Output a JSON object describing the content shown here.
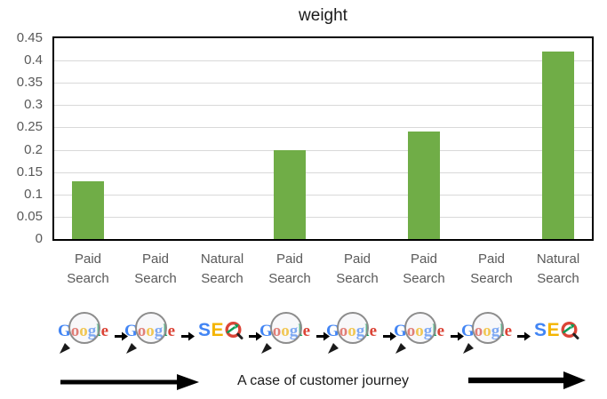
{
  "window": {
    "background": "#FFFFFF"
  },
  "chart_data": {
    "type": "bar",
    "title": "weight",
    "categories": [
      "Paid Search",
      "Paid Search",
      "Natural Search",
      "Paid Search",
      "Paid Search",
      "Paid Search",
      "Paid Search",
      "Natural Search"
    ],
    "values": [
      0.13,
      0,
      0,
      0.2,
      0,
      0.24,
      0,
      0.42
    ],
    "xlabel": "",
    "ylabel": "",
    "ylim": [
      0,
      0.45
    ],
    "ytick_step": 0.05,
    "ytick_labels": [
      "0",
      "0.05",
      "0.1",
      "0.15",
      "0.2",
      "0.25",
      "0.3",
      "0.35",
      "0.4",
      "0.45"
    ],
    "grid": true,
    "legend": "none",
    "bar_color": "#70AD47",
    "gridline_color": "#D9D9D9",
    "tick_label_color": "#595959",
    "plot_border_color": "#000000",
    "title_color": "#1A1A1A"
  },
  "journey": {
    "icons": [
      "google-logo",
      "google-logo",
      "seo-logo",
      "google-logo",
      "google-logo",
      "google-logo",
      "google-logo",
      "seo-logo"
    ],
    "google_letters": [
      {
        "ch": "G",
        "color": "#4285F4"
      },
      {
        "ch": "o",
        "color": "#DB4437"
      },
      {
        "ch": "o",
        "color": "#F4B400"
      },
      {
        "ch": "g",
        "color": "#4285F4"
      },
      {
        "ch": "l",
        "color": "#0F9D58"
      },
      {
        "ch": "e",
        "color": "#DB4437"
      }
    ],
    "glass_border_color": "#8C8C8C",
    "glass_handle_color": "#1A1A1A",
    "seo_letters": [
      {
        "ch": "S",
        "color": "#4285F4"
      },
      {
        "ch": "E",
        "color": "#F4B400"
      }
    ],
    "seo_circle_color": "#DB4437",
    "seo_arrow_color": "#0F9D58",
    "seo_handle_color": "#222222",
    "connector_color": "#000000",
    "big_arrow_color": "#000000",
    "caption": "A case of customer journey"
  }
}
